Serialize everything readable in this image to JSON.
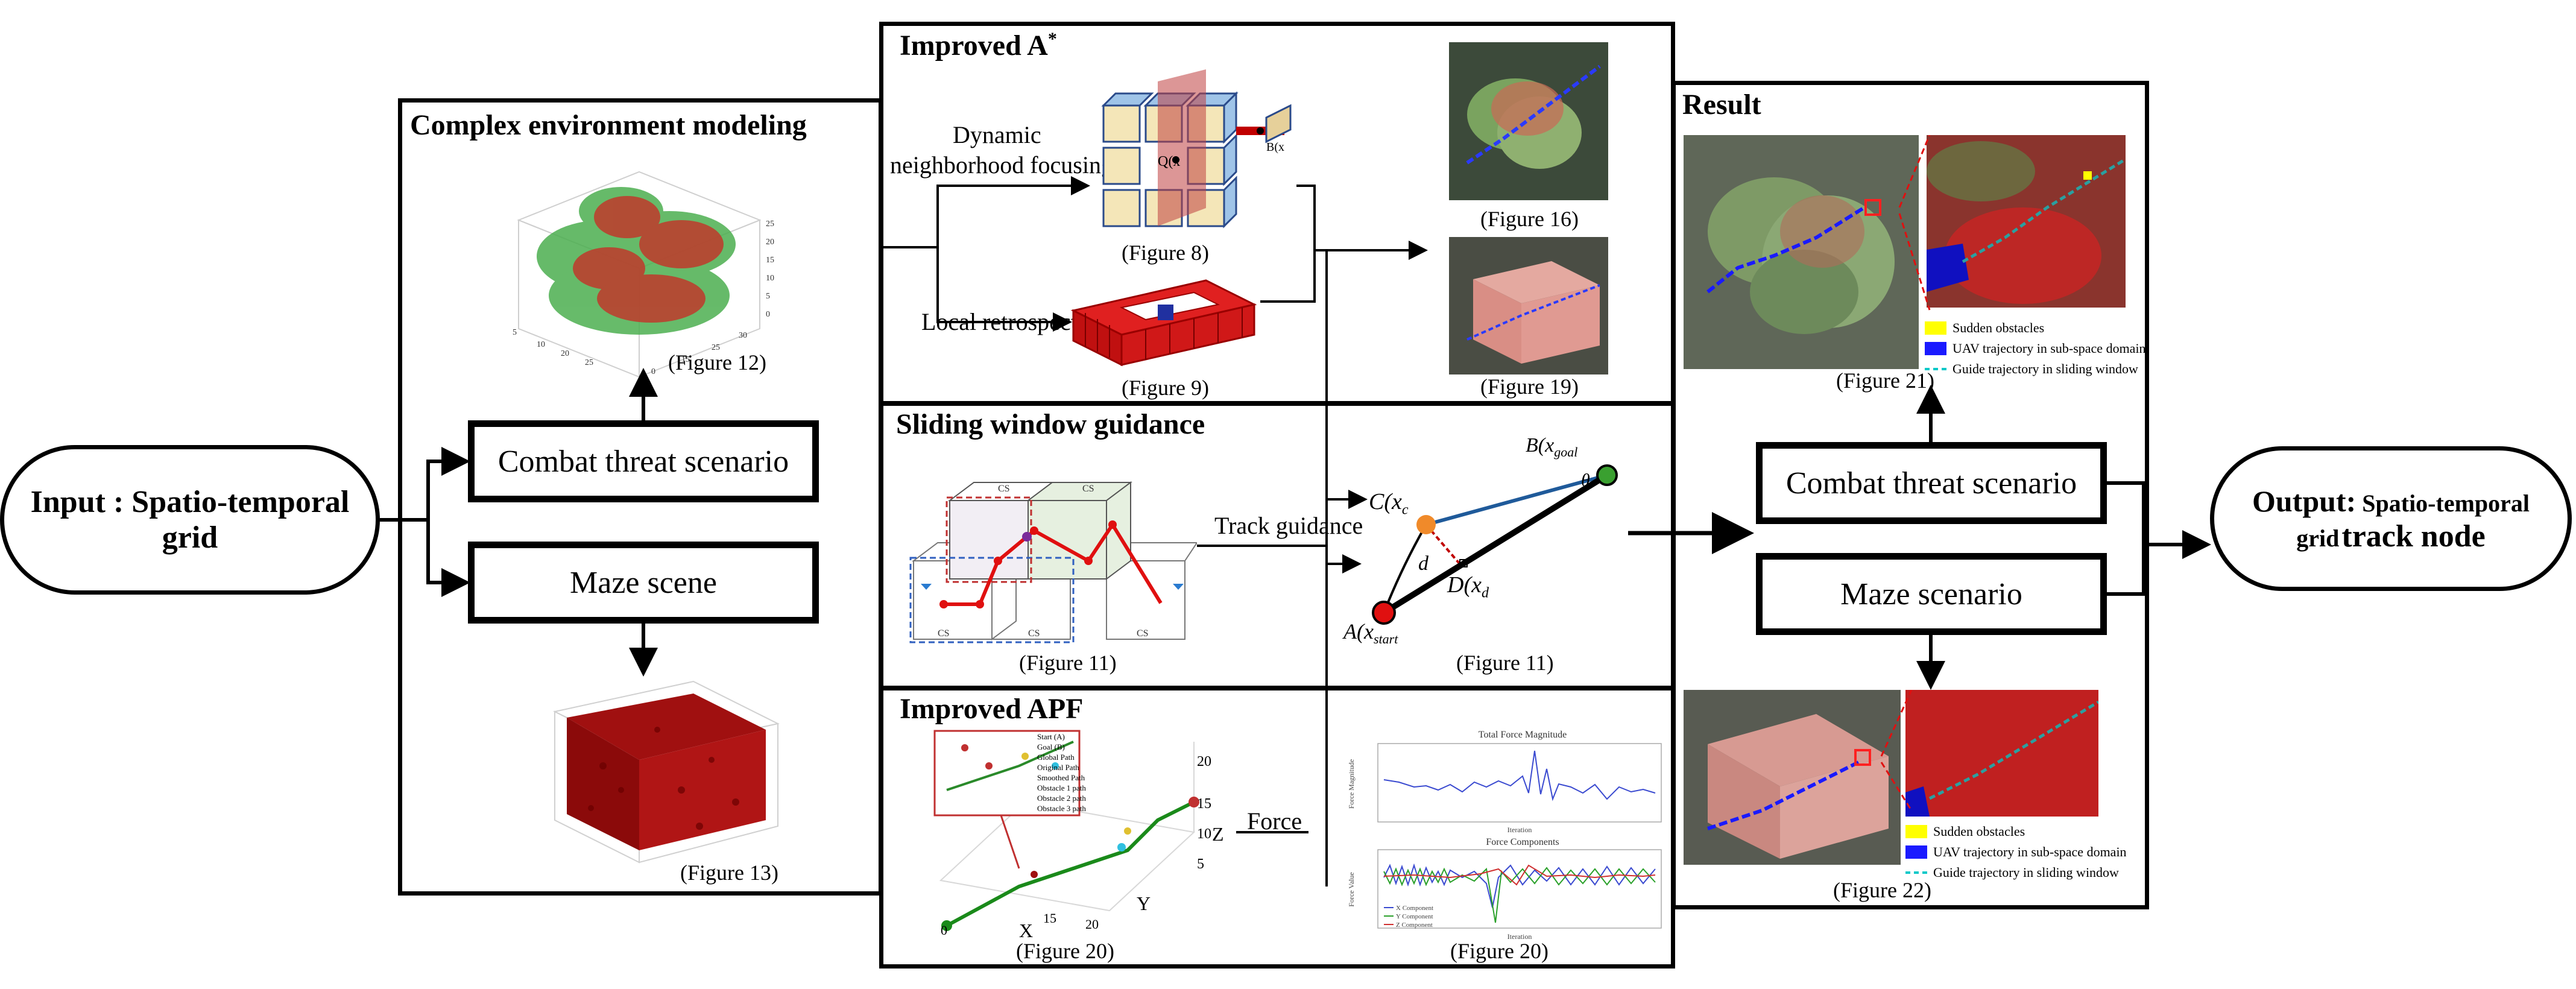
{
  "input": {
    "line1": "Input : Spatio-temporal",
    "line2": "grid"
  },
  "output": {
    "prefix": "Output:",
    "line1_rest": "Spatio-temporal",
    "line2_a": "grid",
    "line2_b": "track node"
  },
  "left_panel": {
    "title": "Complex environment modeling",
    "node_combat": "Combat threat scenario",
    "node_maze": "Maze scene",
    "fig_top": "(Figure 12)",
    "fig_bottom": "(Figure 13)"
  },
  "astar_panel": {
    "title": "Improved A",
    "title_sup": "*",
    "label_dynamic_1": "Dynamic",
    "label_dynamic_2": "neighborhood focusing",
    "label_retro": "Local retrospect",
    "fig_8": "(Figure 8)",
    "fig_9": "(Figure 9)",
    "fig_16": "(Figure 16)",
    "fig_19": "(Figure 19)"
  },
  "sliding_panel": {
    "title": "Sliding window guidance",
    "label_track": "Track guidance",
    "fig_11a": "(Figure 11)",
    "fig_11b": "(Figure 11)",
    "geom": {
      "B": "B(x",
      "B_sub": "goal",
      "C": "C(x",
      "C_sub": "c",
      "D": "D(x",
      "D_sub": "d",
      "A": "A(x",
      "A_sub": "start",
      "d": "d",
      "theta": "θ"
    }
  },
  "apf_panel": {
    "title": "Improved APF",
    "label_force": "Force",
    "fig_20a": "(Figure 20)",
    "fig_20b": "(Figure 20)",
    "chart_top_title": "Total Force Magnitude",
    "chart_bottom_title": "Force Components",
    "chart_xlabel": "Iteration",
    "chart_ylabel_top": "Force Magnitude",
    "chart_ylabel_bottom": "Force Value",
    "legend_components": [
      "X Component",
      "Y Component",
      "Z Component"
    ],
    "legend_3d": [
      "Start (A)",
      "Goal (B)",
      "Global Path",
      "Original Path",
      "Smoothed Path",
      "Obstacle 1 path",
      "Obstacle 2 path",
      "Obstacle 3 path"
    ],
    "axis_z": "Z",
    "axis_y": "Y",
    "axis_x": "X"
  },
  "result_panel": {
    "title": "Result",
    "node_combat": "Combat threat scenario",
    "node_maze": "Maze scenario",
    "fig_21": "(Figure 21)",
    "fig_22": "(Figure 22)",
    "legend": [
      "Sudden obstacles",
      "UAV trajectory in sub-space domain",
      "Guide trajectory in sliding window"
    ]
  },
  "colors": {
    "obstacle_red": "#b01010",
    "obstacle_green": "#4caf50",
    "trajectory_blue": "#1a1aff",
    "legend_yellow": "#ffff00",
    "guide_cyan": "#00c8c8"
  }
}
